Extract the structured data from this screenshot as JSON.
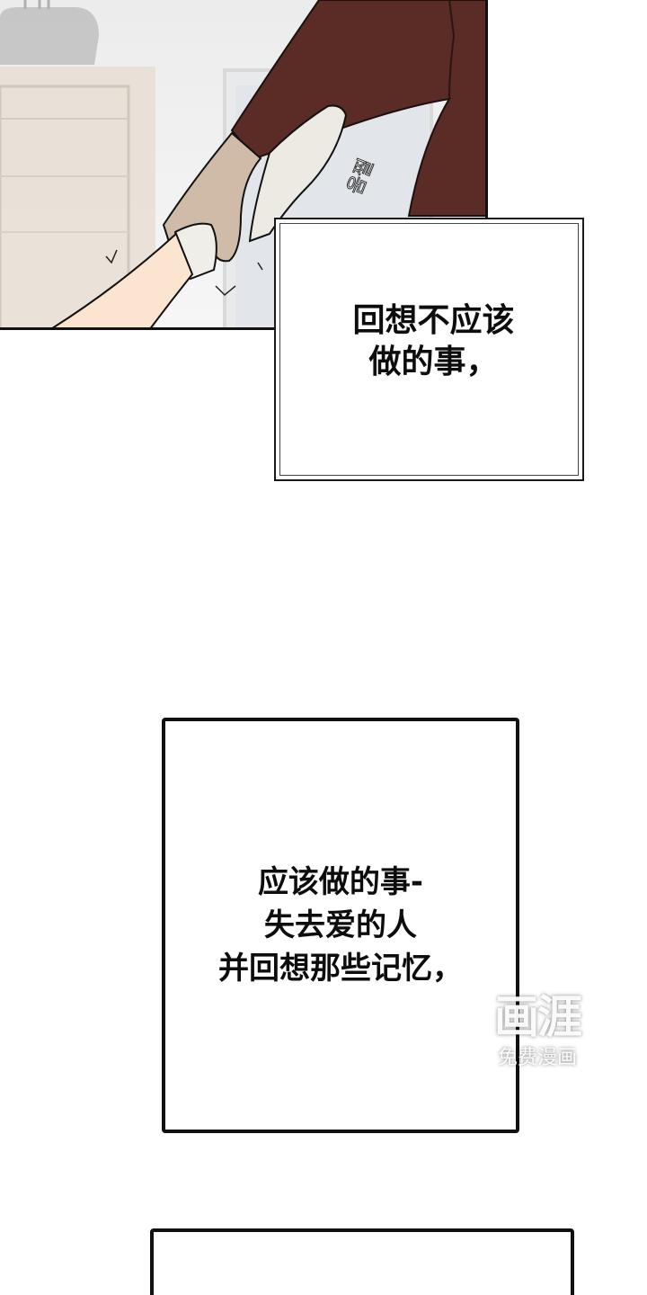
{
  "comic": {
    "panel_1": {
      "type": "art",
      "description": "hand gripping wrist",
      "sfx": "움찔",
      "colors": {
        "sleeve": "#5a2a25",
        "skin_dark": "#cdb7a3",
        "skin_light": "#fbe6d2",
        "cloth": "#eceae3",
        "background": "#efefef",
        "cabinet": "#e6ddd2"
      }
    },
    "caption_1": {
      "text": "回想不应该\n做的事，"
    },
    "caption_2": {
      "text": "应该做的事-\n失去爱的人\n并回想那些记忆，"
    },
    "caption_3": {
      "text": ""
    }
  },
  "watermark": {
    "logo": "画涯",
    "subtitle": "免费漫画"
  }
}
